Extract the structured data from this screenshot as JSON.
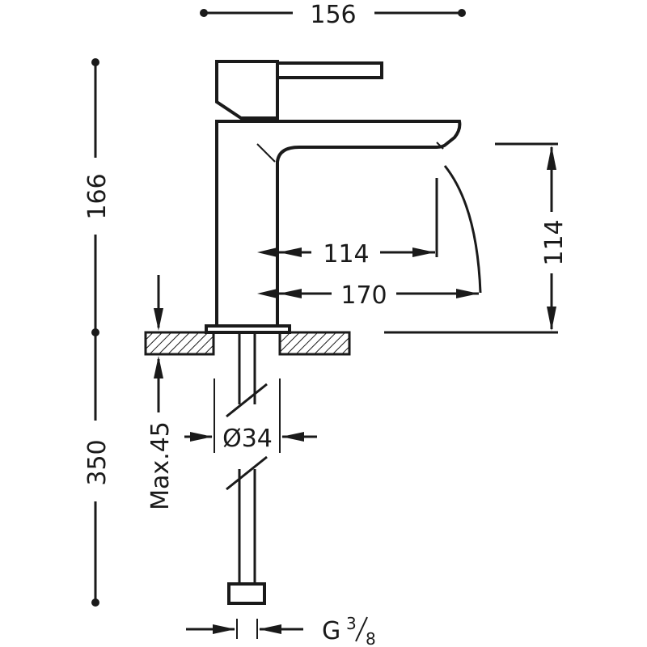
{
  "dimensions": {
    "overall_width": "156",
    "upper_height": "166",
    "lower_height": "350",
    "spout_height": "114",
    "spout_inner_reach": "114",
    "spout_outer_reach": "170",
    "max_deck_thickness": "Max.45",
    "hole_diameter": "Ø34",
    "connection_prefix": "G",
    "connection_numerator": "3",
    "connection_denominator": "8"
  },
  "colors": {
    "line": "#1a1a1a",
    "background": "#ffffff"
  }
}
